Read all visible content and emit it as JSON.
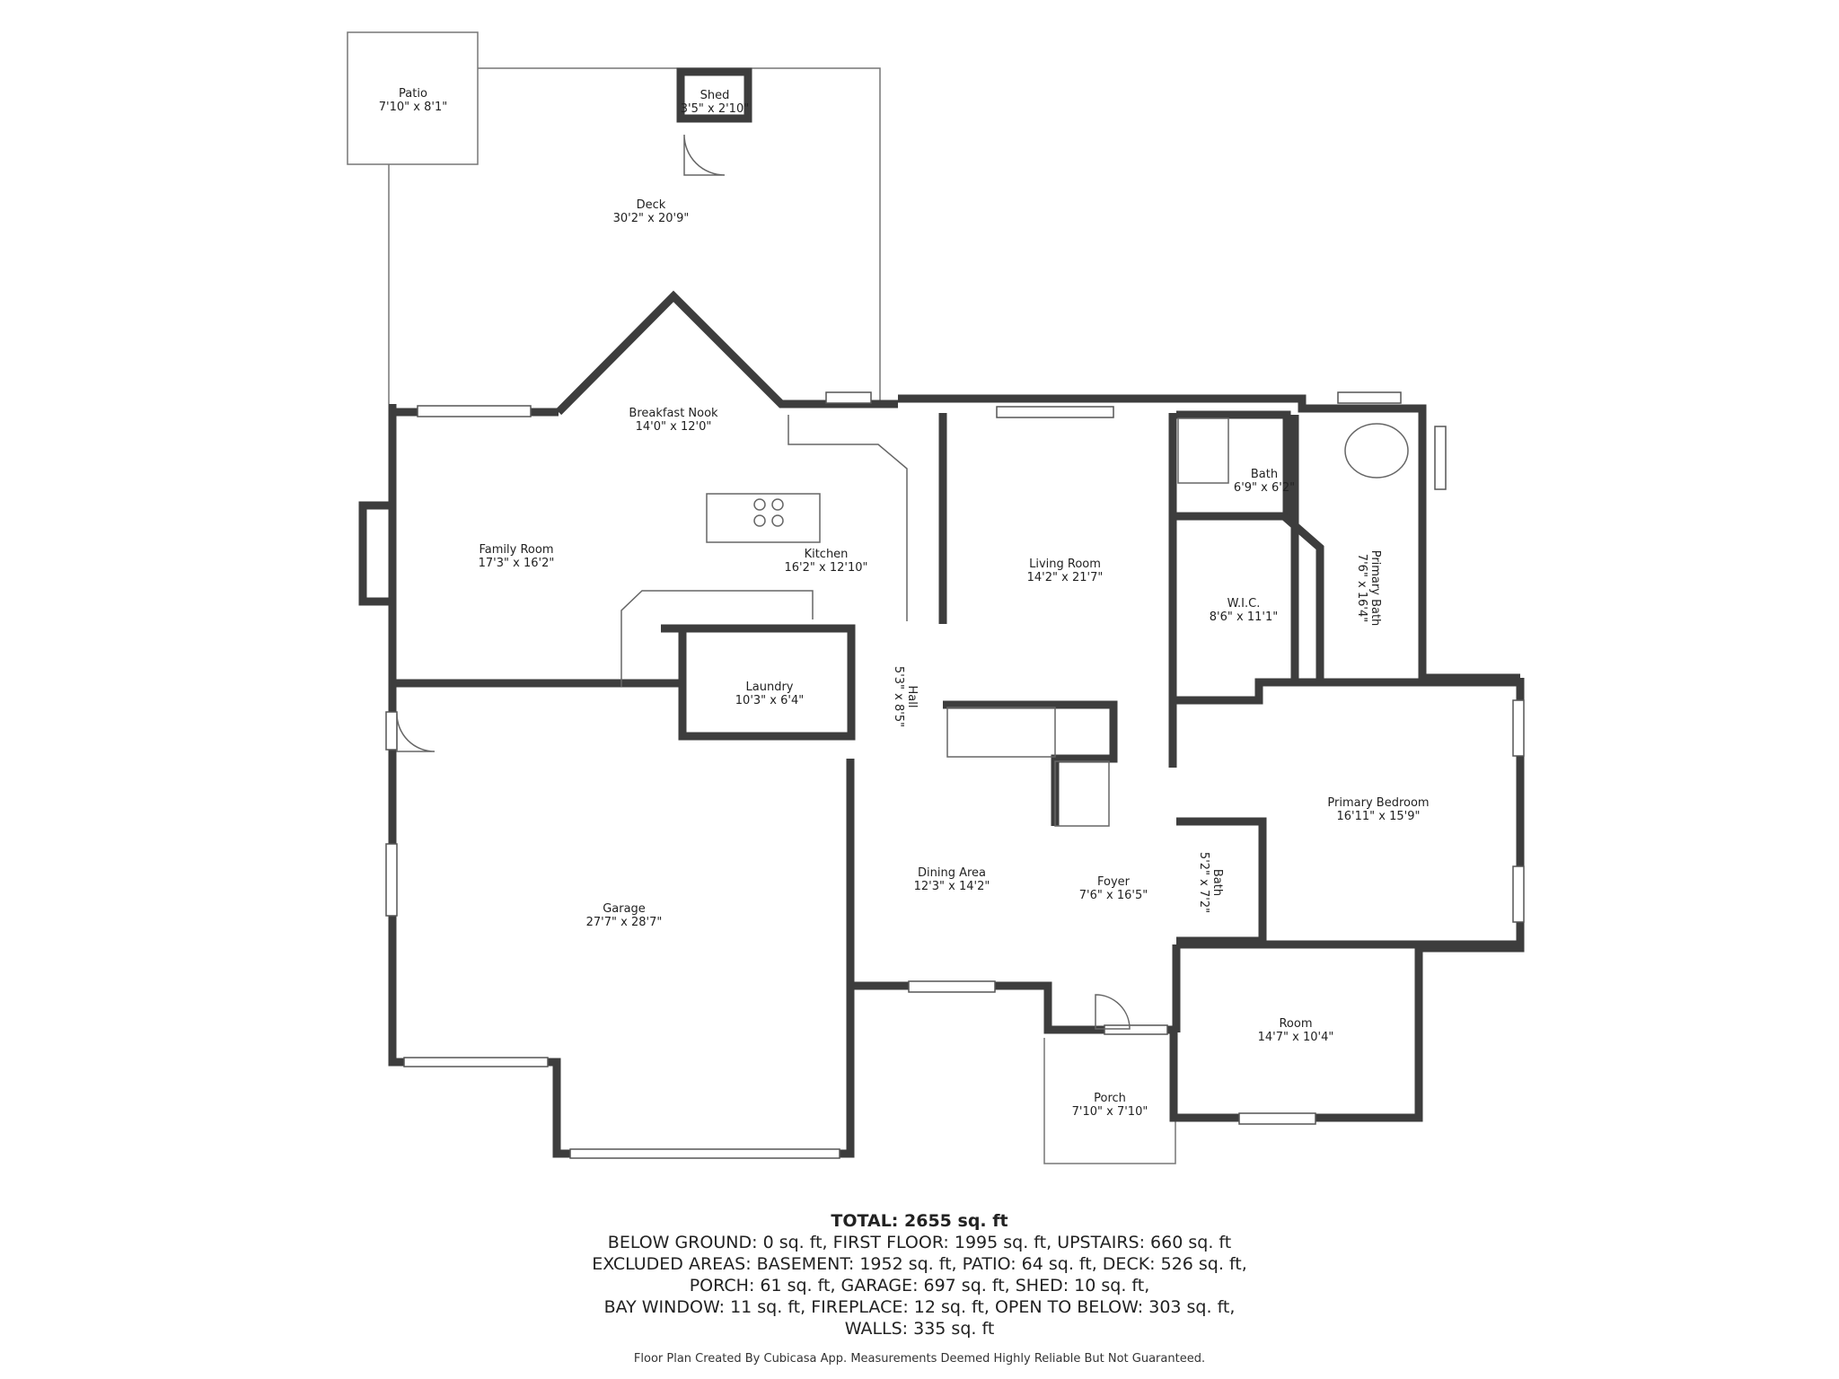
{
  "rooms": {
    "patio": {
      "name": "Patio",
      "dims": "7'10\" x 8'1\""
    },
    "shed": {
      "name": "Shed",
      "dims": "3'5\" x 2'10\""
    },
    "deck": {
      "name": "Deck",
      "dims": "30'2\" x 20'9\""
    },
    "breakfast_nook": {
      "name": "Breakfast Nook",
      "dims": "14'0\" x 12'0\""
    },
    "family_room": {
      "name": "Family Room",
      "dims": "17'3\" x 16'2\""
    },
    "kitchen": {
      "name": "Kitchen",
      "dims": "16'2\" x 12'10\""
    },
    "living_room": {
      "name": "Living Room",
      "dims": "14'2\" x 21'7\""
    },
    "bath_upper": {
      "name": "Bath",
      "dims": "6'9\" x 6'2\""
    },
    "primary_bath": {
      "name": "Primary Bath",
      "dims": "7'6\" x 16'4\""
    },
    "wic": {
      "name": "W.I.C.",
      "dims": "8'6\" x 11'1\""
    },
    "laundry": {
      "name": "Laundry",
      "dims": "10'3\" x 6'4\""
    },
    "hall": {
      "name": "Hall",
      "dims": "5'3\" x 8'5\""
    },
    "primary_bedroom": {
      "name": "Primary Bedroom",
      "dims": "16'11\" x 15'9\""
    },
    "bath_lower": {
      "name": "Bath",
      "dims": "5'2\" x 7'2\""
    },
    "dining_area": {
      "name": "Dining Area",
      "dims": "12'3\" x 14'2\""
    },
    "foyer": {
      "name": "Foyer",
      "dims": "7'6\" x 16'5\""
    },
    "garage": {
      "name": "Garage",
      "dims": "27'7\" x 28'7\""
    },
    "room": {
      "name": "Room",
      "dims": "14'7\" x 10'4\""
    },
    "porch": {
      "name": "Porch",
      "dims": "7'10\" x 7'10\""
    }
  },
  "summary": {
    "total": "TOTAL: 2655 sq. ft",
    "lines": [
      "BELOW GROUND: 0 sq. ft, FIRST FLOOR: 1995 sq. ft, UPSTAIRS: 660 sq. ft",
      "EXCLUDED AREAS: BASEMENT: 1952 sq. ft, PATIO: 64 sq. ft, DECK: 526 sq. ft,",
      "PORCH: 61 sq. ft, GARAGE: 697 sq. ft, SHED: 10 sq. ft,",
      "BAY WINDOW: 11 sq. ft, FIREPLACE: 12 sq. ft, OPEN TO BELOW: 303 sq. ft,",
      "WALLS: 335 sq. ft"
    ]
  },
  "footer": "Floor Plan Created By Cubicasa App. Measurements Deemed Highly Reliable But Not Guaranteed.",
  "colors": {
    "wall": "#3d3d3d",
    "line": "#555555"
  }
}
